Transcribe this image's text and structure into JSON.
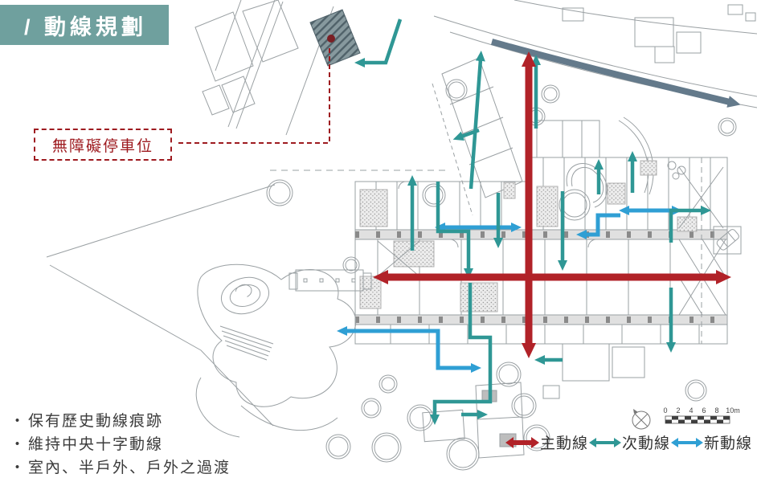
{
  "title": "/ 動線規劃",
  "callout": {
    "label": "無障礙停車位"
  },
  "notes": {
    "bullet": "・",
    "items": [
      "保有歷史動線痕跡",
      "維持中央十字動線",
      "室內、半戶外、戶外之過渡"
    ]
  },
  "legend": {
    "items": [
      {
        "label": "主動線",
        "color": "#b12228",
        "type": "main"
      },
      {
        "label": "次動線",
        "color": "#2f9795",
        "type": "secondary"
      },
      {
        "label": "新動線",
        "color": "#2f9fd4",
        "type": "new"
      }
    ]
  },
  "scale_bar": {
    "ticks": [
      "0",
      "2",
      "4",
      "6",
      "8",
      "10m"
    ]
  },
  "colors": {
    "title_bg": "#6fa09e",
    "main_route": "#b12228",
    "secondary_route": "#2f9795",
    "new_route": "#2f9fd4",
    "road": "#647a8b",
    "callout": "#9e1b20",
    "plan_line": "#9aa0a3",
    "parking_fill": "#87999e"
  }
}
